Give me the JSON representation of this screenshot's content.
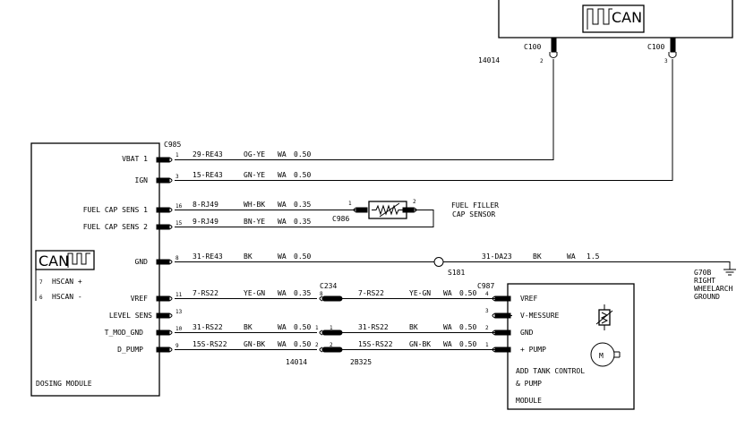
{
  "top_module": {
    "can_label": "CAN"
  },
  "top_connectors": [
    {
      "id": "C100",
      "pin": "2"
    },
    {
      "id": "C100",
      "pin": "3"
    }
  ],
  "top_harness": "14014",
  "dosing_module": {
    "name": "DOSING MODULE",
    "connector": "C985",
    "can_label": "CAN",
    "can_pins": [
      {
        "pin": "7",
        "name": "HSCAN +"
      },
      {
        "pin": "6",
        "name": "HSCAN -"
      }
    ],
    "pins": [
      {
        "label": "VBAT 1",
        "pin": "1"
      },
      {
        "label": "IGN",
        "pin": "3"
      },
      {
        "label": "FUEL CAP SENS 1",
        "pin": "16"
      },
      {
        "label": "FUEL CAP SENS 2",
        "pin": "15"
      },
      {
        "label": "GND",
        "pin": "8"
      },
      {
        "label": "VREF",
        "pin": "11"
      },
      {
        "label": "LEVEL SENS",
        "pin": "13"
      },
      {
        "label": "T_MOD_GND",
        "pin": "10"
      },
      {
        "label": "D_PUMP",
        "pin": "9"
      }
    ]
  },
  "wires": [
    {
      "circuit": "29-RE43",
      "color": "OG-YE",
      "type": "WA",
      "size": "0.50"
    },
    {
      "circuit": "15-RE43",
      "color": "GN-YE",
      "type": "WA",
      "size": "0.50"
    },
    {
      "circuit": "8-RJ49",
      "color": "WH-BK",
      "type": "WA",
      "size": "0.35"
    },
    {
      "circuit": "9-RJ49",
      "color": "BN-YE",
      "type": "WA",
      "size": "0.35"
    },
    {
      "circuit": "31-RE43",
      "color": "BK",
      "type": "WA",
      "size": "0.50"
    },
    {
      "circuit": "7-RS22",
      "color": "YE-GN",
      "type": "WA",
      "size": "0.35"
    },
    {
      "circuit": "31-RS22",
      "color": "BK",
      "type": "WA",
      "size": "0.50"
    },
    {
      "circuit": "15S-RS22",
      "color": "GN-BK",
      "type": "WA",
      "size": "0.50"
    }
  ],
  "right_wires": [
    {
      "circuit": "7-RS22",
      "color": "YE-GN",
      "type": "WA",
      "size": "0.50"
    },
    {
      "circuit": "31-RS22",
      "color": "BK",
      "type": "WA",
      "size": "0.50"
    },
    {
      "circuit": "15S-RS22",
      "color": "GN-BK",
      "type": "WA",
      "size": "0.50"
    }
  ],
  "ground_wire": {
    "circuit": "31-DA23",
    "color": "BK",
    "type": "WA",
    "size": "1.5"
  },
  "splice": "S181",
  "ground": {
    "id": "G70B",
    "lines": [
      "RIGHT",
      "WHEELARCH",
      "GROUND"
    ]
  },
  "fuel_sensor": {
    "connector": "C986",
    "pin_a": "1",
    "pin_b": "2",
    "lines": [
      "FUEL FILLER",
      "CAP SENSOR"
    ]
  },
  "inline_connector": {
    "id": "C234",
    "pins_left": [
      "8",
      "1",
      "2"
    ],
    "pins_right": [
      "1",
      "2"
    ]
  },
  "bottom_harness_left": "14014",
  "bottom_harness_right": "2B325",
  "tank_module": {
    "connector": "C987",
    "name_lines": [
      "ADD TANK CONTROL",
      "& PUMP",
      "MODULE"
    ],
    "pins": [
      {
        "label": "VREF",
        "pin": "4"
      },
      {
        "label": "V-MESSURE",
        "pin": "3"
      },
      {
        "label": "GND",
        "pin": "2"
      },
      {
        "label": "+ PUMP",
        "pin": "1"
      }
    ]
  },
  "icons": [
    "can-bus-icon",
    "resistor-sensor-icon",
    "motor-icon",
    "ground-icon"
  ]
}
